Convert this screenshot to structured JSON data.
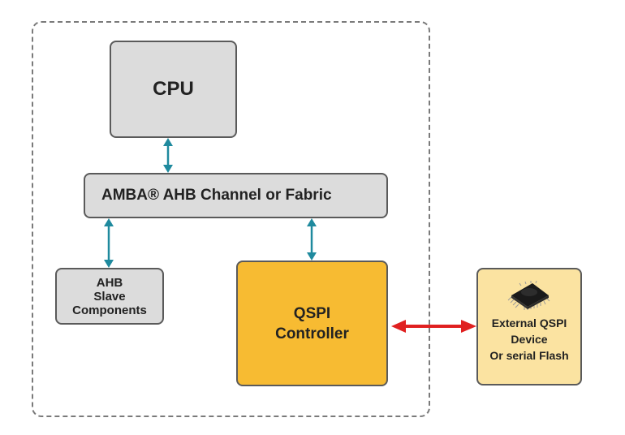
{
  "diagram": {
    "boundary": {
      "label": ""
    },
    "blocks": {
      "cpu": {
        "label": "CPU"
      },
      "bus": {
        "label": "AMBA® AHB Channel or Fabric"
      },
      "slave": {
        "lines": [
          "AHB",
          "Slave",
          "Components"
        ]
      },
      "qspi": {
        "lines": [
          "QSPI",
          "Controller"
        ]
      },
      "external": {
        "lines": [
          "External QSPI",
          "Device",
          "Or serial Flash"
        ],
        "icon": "chip-icon"
      }
    },
    "connections": [
      {
        "from": "cpu",
        "to": "bus",
        "type": "bidirectional",
        "color": "#1f8a9e"
      },
      {
        "from": "bus",
        "to": "slave",
        "type": "bidirectional",
        "color": "#1f8a9e"
      },
      {
        "from": "bus",
        "to": "qspi",
        "type": "bidirectional",
        "color": "#1f8a9e"
      },
      {
        "from": "qspi",
        "to": "external",
        "type": "bidirectional",
        "color": "#e02020"
      }
    ],
    "colors": {
      "gray_block": "#dcdcdc",
      "qspi_block": "#f7bb32",
      "external_block": "#fbe3a1",
      "border": "#5a5a5a"
    }
  }
}
